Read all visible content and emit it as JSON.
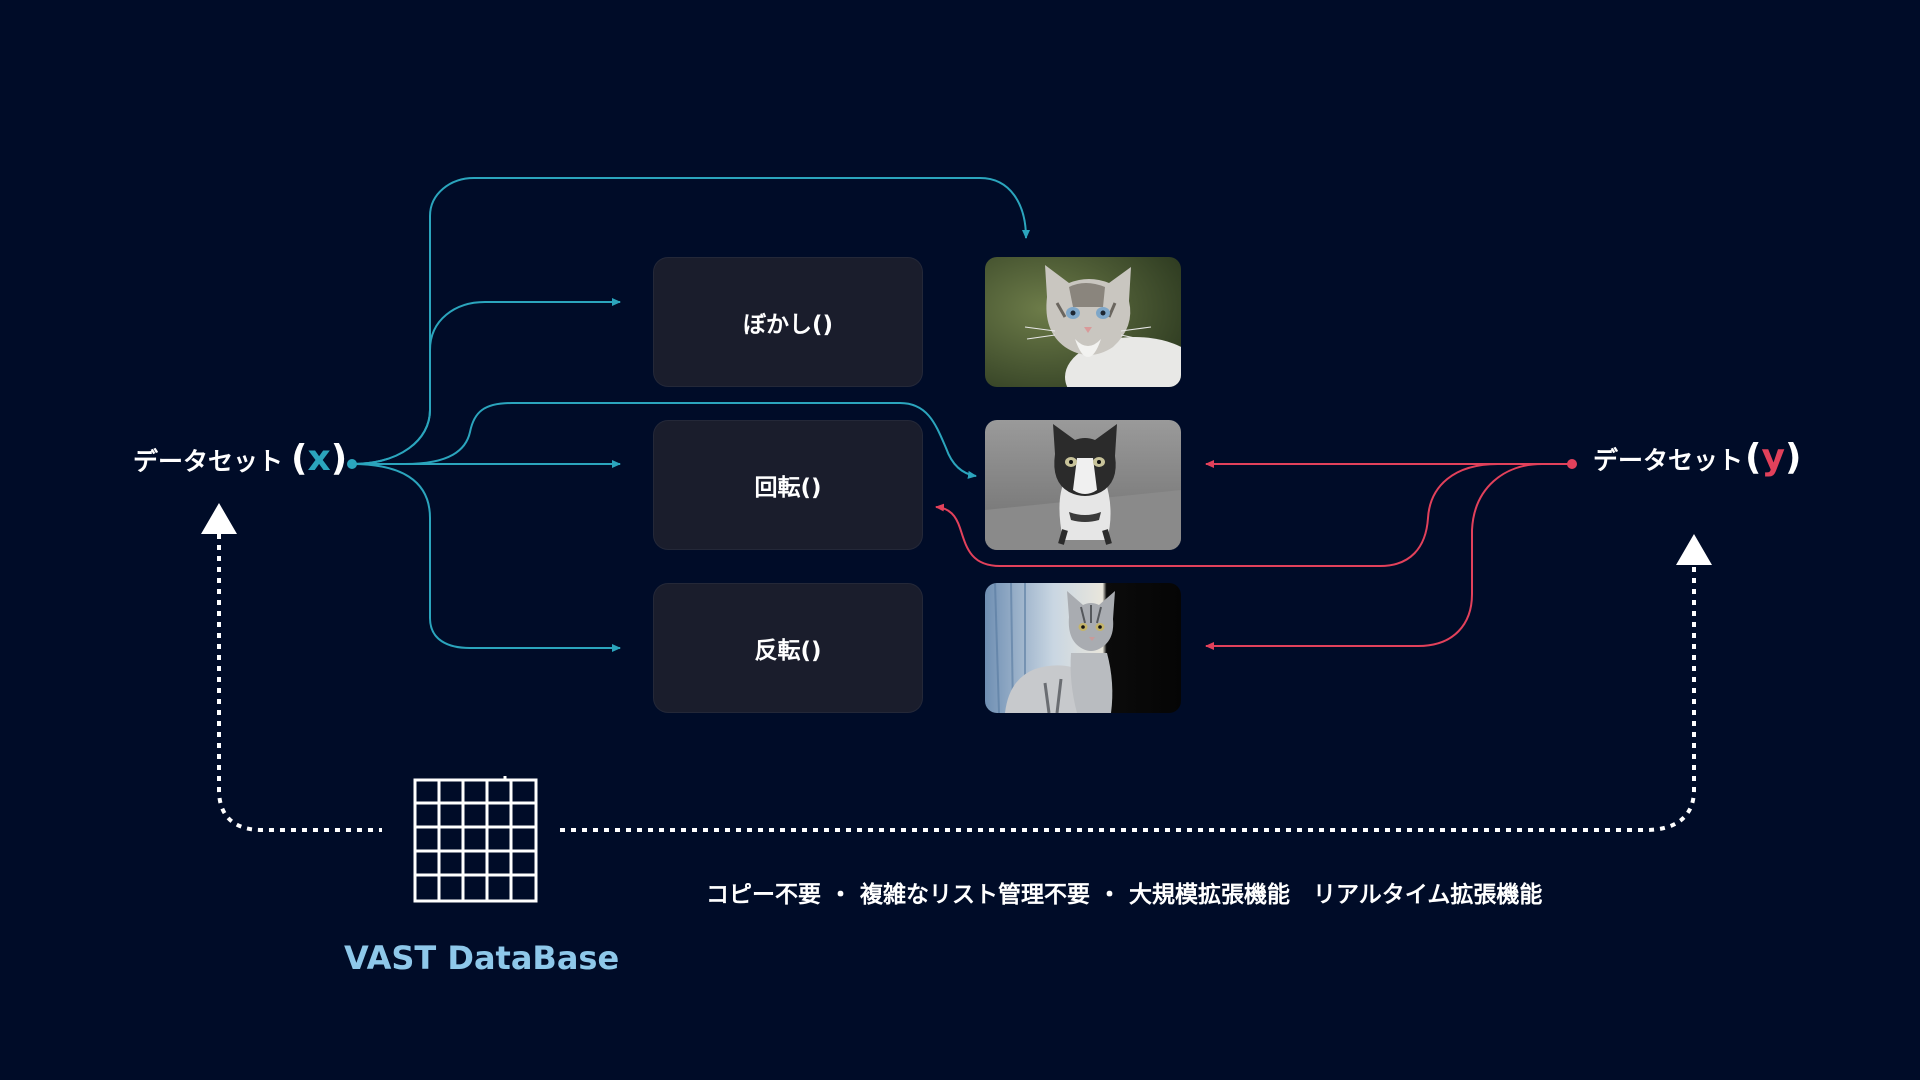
{
  "diagram": {
    "input_dataset": {
      "label": "データセット",
      "open": "(",
      "var": "x",
      "close": ")",
      "var_color": "#2ba5bd"
    },
    "output_dataset": {
      "label": "データセット",
      "open": "(",
      "var": "y",
      "close": ")",
      "var_color": "#e2415b"
    },
    "operations": [
      {
        "label": "ぼかし()"
      },
      {
        "label": "回転()"
      },
      {
        "label": "反転()"
      }
    ],
    "images": [
      {
        "subject": "cat-photo-color-blurred"
      },
      {
        "subject": "cat-photo-grayscale"
      },
      {
        "subject": "cat-photo-silver-tabby"
      }
    ],
    "features_text": "コピー不要 ・ 複雑なリスト管理不要 ・ 大規模拡張機能　リアルタイム拡張機能",
    "database": {
      "label": "VAST DataBase",
      "icon": "table-grid-icon"
    },
    "colors": {
      "background": "#000c28",
      "input_flow": "#2ba5bd",
      "output_flow": "#e2415b",
      "dotted_path": "#ffffff",
      "box_fill": "#1a1d2c",
      "database_label": "#8ec8ea"
    }
  }
}
